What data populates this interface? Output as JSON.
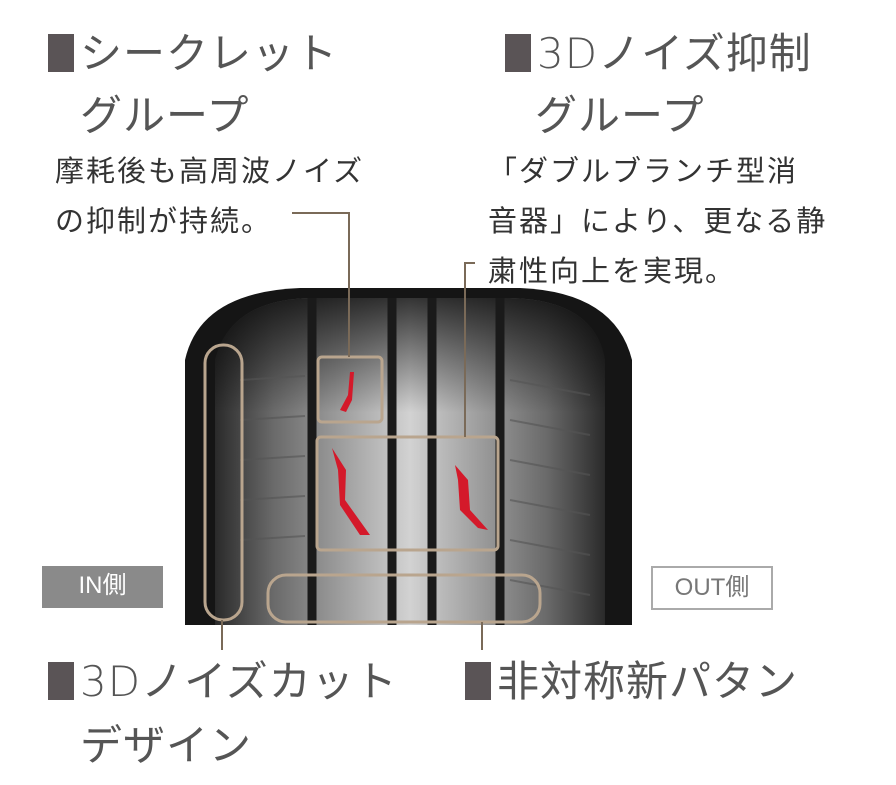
{
  "features": {
    "secret_groove": {
      "title_line1": "シークレット",
      "title_line2": "グループ",
      "desc_line1": "摩耗後も高周波ノイズ",
      "desc_line2": "の抑制が持続。"
    },
    "noise_suppress_groove": {
      "title_line1": "3Dノイズ抑制",
      "title_line2": "グループ",
      "desc_line1": "「ダブルブランチ型消",
      "desc_line2": "音器」により、更なる静",
      "desc_line3": "粛性向上を実現。"
    },
    "noise_cut_design": {
      "title_line1": "3Dノイズカット",
      "title_line2": "デザイン"
    },
    "asymmetric_pattern": {
      "title_line1": "非対称新パタン"
    }
  },
  "tags": {
    "in_side": "IN側",
    "out_side": "OUT側"
  },
  "colors": {
    "callout": "#b9a58e",
    "accent_red": "#d4192a",
    "heading": "#555555",
    "tag_bg": "#8a8a8a"
  }
}
